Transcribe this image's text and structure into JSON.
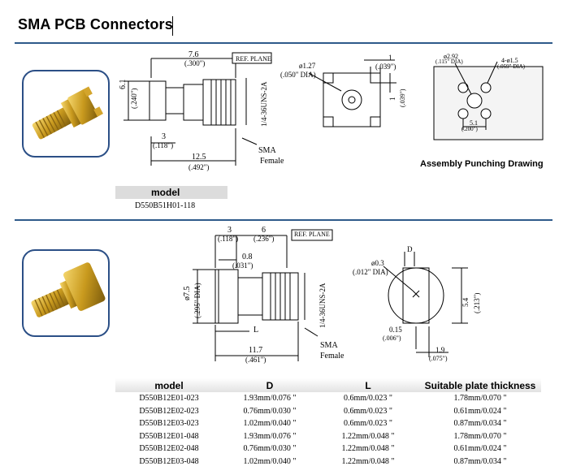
{
  "page": {
    "title": "SMA PCB Connectors"
  },
  "section1": {
    "dims": {
      "d7_6": "7.6",
      "d7_6_in": "(.300\")",
      "ref_plane": "REF. PLANE",
      "d6_1": "6.1",
      "d6_1_in": "(.240\")",
      "thread": "1/4-36UNS-2A",
      "d3": "3",
      "d3_in": "(.118\")",
      "d12_5": "12.5",
      "d12_5_in": "(.492\")",
      "sma": "SMA",
      "female": "Female",
      "d1_27": "ø1.27",
      "d1_27_in": "(.050\" DIA)",
      "d1a": "1",
      "d1a_in": "(.039\")",
      "d1b": "1",
      "d1b_in": "(.039\")",
      "d2_92": "ø2.92",
      "d2_92_in": "(.115\" DIA)",
      "d1_5": "4-ø1.5",
      "d1_5_in": "(.059\" DIA)",
      "d5_1": "5.1",
      "d5_1_in": "(.200\")"
    },
    "punch_caption": "Assembly Punching Drawing",
    "model_header": "model",
    "model_value": "D550B51H01-118"
  },
  "section2": {
    "dims": {
      "d3": "3",
      "d3_in": "(.118\")",
      "d6": "6",
      "d6_in": "(.236\")",
      "ref_plane": "REF. PLANE",
      "d0_8": "0.8",
      "d0_8_in": "(.031\")",
      "d7_5": "ø7.5",
      "d7_5_in": "(.295\" DIA)",
      "thread": "1/4-36UNS-2A",
      "L": "L",
      "d11_7": "11.7",
      "d11_7_in": "(.461\")",
      "sma": "SMA",
      "female": "Female",
      "D": "D",
      "d0_3": "ø0.3",
      "d0_3_in": "(.012\" DIA)",
      "d5_4": "5.4",
      "d5_4_in": "(.213\")",
      "d0_15": "0.15",
      "d0_15_in": "(.006\")",
      "d1_9": "1.9",
      "d1_9_in": "(.075\")"
    },
    "table": {
      "headers": [
        "model",
        "D",
        "L",
        "Suitable plate thickness"
      ],
      "rows": [
        [
          "D550B12E01-023",
          "1.93mm/0.076 \"",
          "0.6mm/0.023 \"",
          "1.78mm/0.070 \""
        ],
        [
          "D550B12E02-023",
          "0.76mm/0.030 \"",
          "0.6mm/0.023 \"",
          "0.61mm/0.024 \""
        ],
        [
          "D550B12E03-023",
          "1.02mm/0.040 \"",
          "0.6mm/0.023 \"",
          "0.87mm/0.034 \""
        ],
        [
          "D550B12E01-048",
          "1.93mm/0.076 \"",
          "1.22mm/0.048 \"",
          "1.78mm/0.070 \""
        ],
        [
          "D550B12E02-048",
          "0.76mm/0.030 \"",
          "1.22mm/0.048 \"",
          "0.61mm/0.024 \""
        ],
        [
          "D550B12E03-048",
          "1.02mm/0.040 \"",
          "1.22mm/0.048 \"",
          "0.87mm/0.034 \""
        ]
      ]
    }
  }
}
